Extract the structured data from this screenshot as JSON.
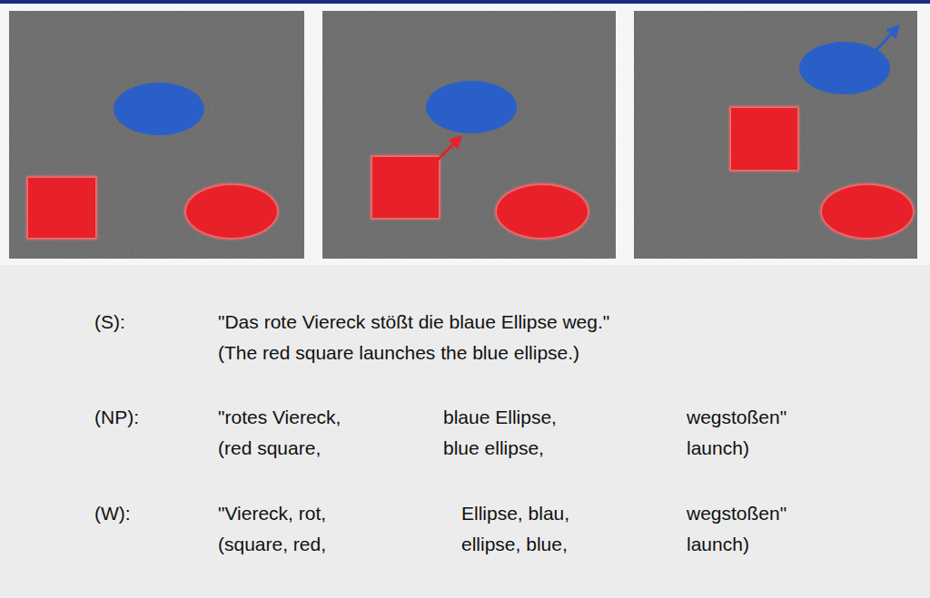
{
  "diagram": {
    "labels": [
      "(S):",
      "\"Das rote Viereck stößt die blaue Ellipse weg.\"",
      "(The red square launches the blue ellipse.)",
      "(NP):",
      "\"rotes Viereck,",
      "blaue Ellipse,",
      "wegstoßen\"",
      "(red square,",
      "blue ellipse,",
      "launch)",
      "(W):",
      "\"Viereck,  rot,",
      "Ellipse, blau,",
      "wegstoßen\"",
      "(square,  red,",
      "ellipse, blue,",
      "launch)"
    ]
  }
}
